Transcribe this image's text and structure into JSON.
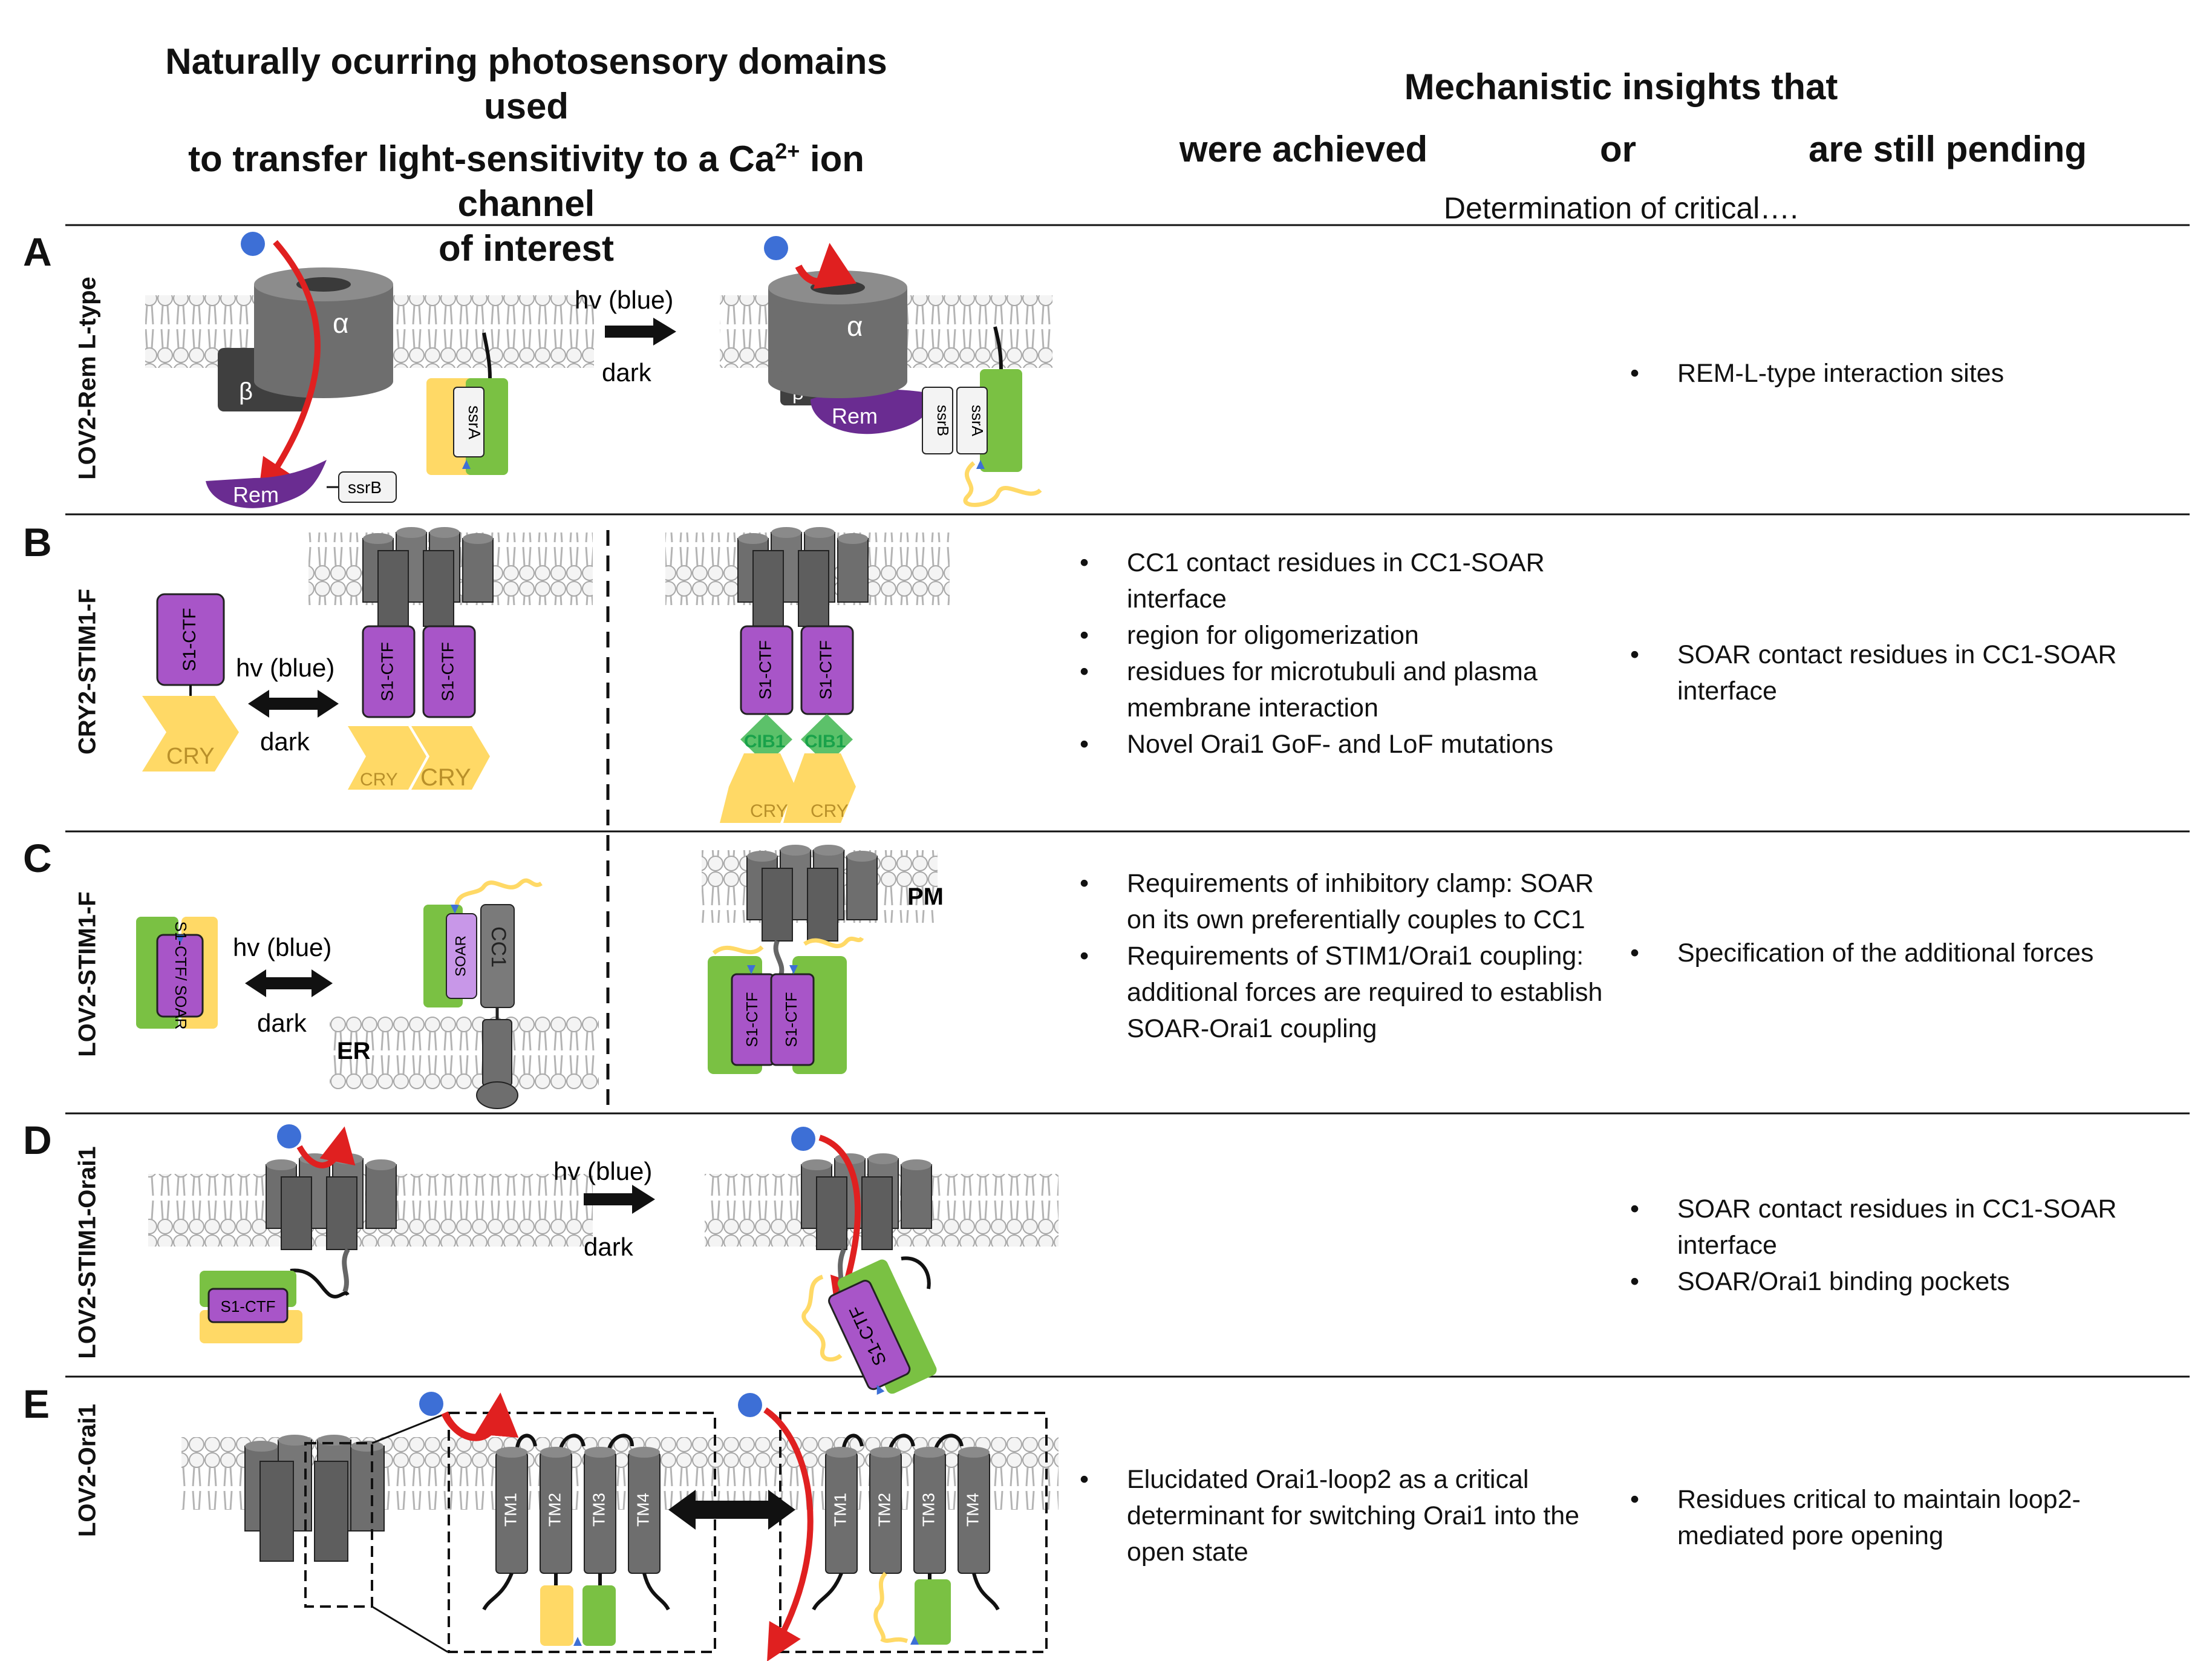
{
  "header": {
    "left_title": [
      "Naturally ocurring photosensory domains used",
      "to transfer light-sensitivity to a Ca",
      "2+",
      " ion channel",
      "of interest"
    ],
    "right_title": "Mechanistic insights that",
    "achieved_label": "were achieved",
    "or_label": "or",
    "pending_label": "are still pending",
    "subtitle": "Determination of critical…."
  },
  "labels": {
    "hv_blue": "hv (blue)",
    "dark": "dark",
    "alpha": "α",
    "beta": "β",
    "rem": "Rem",
    "ssrA": "ssrA",
    "ssrB": "ssrB",
    "s1ctf": "S1-CTF",
    "cry": "CRY",
    "cib1": "CIB1",
    "s1ctf_soar": "S1-CTF/ SOAR",
    "soar": "SOAR",
    "cc1": "CC1",
    "er": "ER",
    "pm": "PM",
    "tm1": "TM1",
    "tm2": "TM2",
    "tm3": "TM3",
    "tm4": "TM4"
  },
  "colors": {
    "purple": "#a855c8",
    "dark_purple": "#6a2c91",
    "yellow": "#ffd966",
    "green": "#7ac143",
    "gray": "#7f7f7f",
    "red": "#e02020",
    "blue": "#3d6fd6",
    "cib_green": "#5cc16a"
  },
  "rows": [
    {
      "letter": "A",
      "label": "LOV2-Rem L-type",
      "achieved": [],
      "pending": [
        "REM-L-type interaction sites"
      ]
    },
    {
      "letter": "B",
      "label": "CRY2-STIM1-F",
      "achieved": [
        "CC1 contact residues in CC1-SOAR interface",
        "region for oligomerization",
        "residues for microtubuli and plasma membrane interaction",
        "Novel Orai1 GoF- and LoF mutations"
      ],
      "pending": [
        "SOAR contact residues in CC1-SOAR interface"
      ]
    },
    {
      "letter": "C",
      "label": "LOV2-STIM1-F",
      "achieved": [
        "Requirements of inhibitory clamp: SOAR on its own preferentially couples to CC1",
        "Requirements of STIM1/Orai1 coupling: additional forces are required to establish SOAR-Orai1 coupling"
      ],
      "pending": [
        "Specification of the additional forces"
      ]
    },
    {
      "letter": "D",
      "label": "LOV2-STIM1-Orai1",
      "achieved": [],
      "pending": [
        "SOAR contact residues in CC1-SOAR interface",
        "SOAR/Orai1 binding pockets"
      ]
    },
    {
      "letter": "E",
      "label": "LOV2-Orai1",
      "achieved": [
        "Elucidated Orai1-loop2 as a critical determinant for switching Orai1 into the open state"
      ],
      "pending": [
        "Residues critical to maintain loop2-mediated pore opening"
      ]
    }
  ]
}
